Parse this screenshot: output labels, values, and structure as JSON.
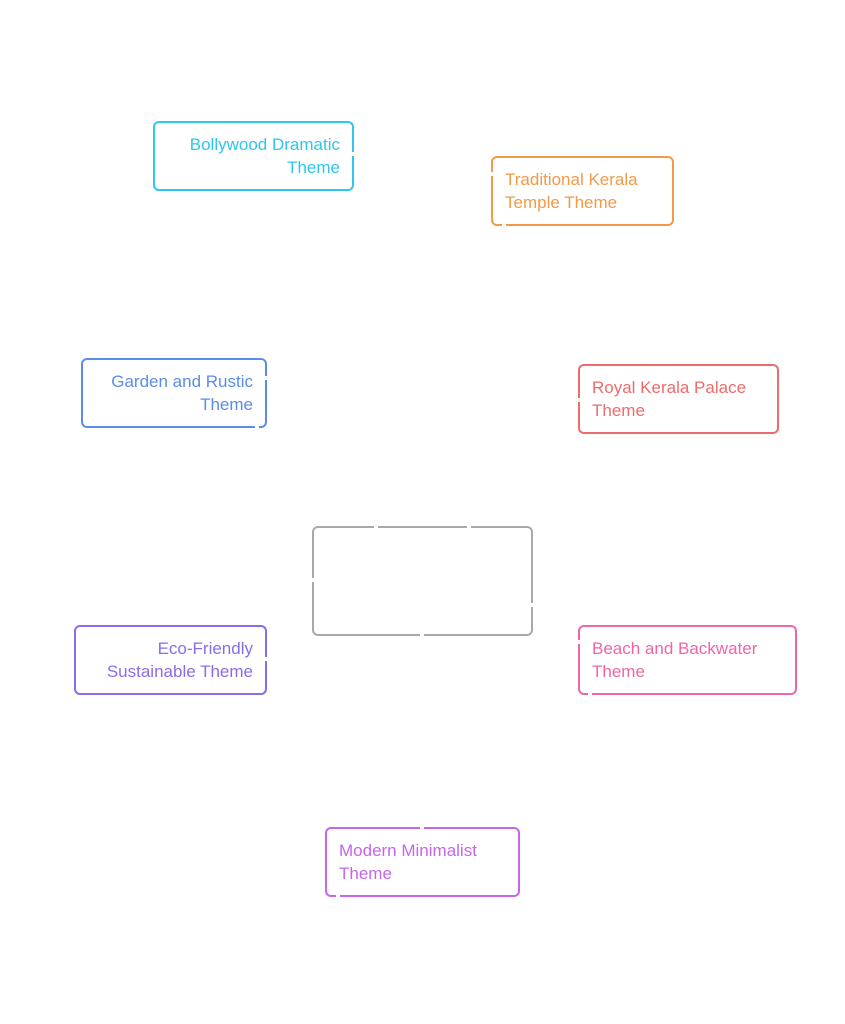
{
  "diagram": {
    "center": {
      "label": "",
      "color": "#a9a9a9"
    },
    "themes": [
      {
        "id": "bollywood",
        "line1": "Bollywood Dramatic",
        "line2": "Theme",
        "color": "#2ec5ef"
      },
      {
        "id": "kerala-temple",
        "line1": "Traditional Kerala",
        "line2": "Temple Theme",
        "color": "#f29a45"
      },
      {
        "id": "garden-rustic",
        "line1": "Garden and Rustic",
        "line2": "Theme",
        "color": "#5a8ee6"
      },
      {
        "id": "royal-palace",
        "line1": "Royal Kerala Palace",
        "line2": "Theme",
        "color": "#ee6b6b"
      },
      {
        "id": "eco-friendly",
        "line1": "Eco-Friendly",
        "line2": "Sustainable Theme",
        "color": "#8a6ce8"
      },
      {
        "id": "beach-backwater",
        "line1": "Beach and Backwater",
        "line2": "Theme",
        "color": "#ee66a6"
      },
      {
        "id": "modern-minimalist",
        "line1": "Modern Minimalist",
        "line2": "Theme",
        "color": "#c665ee"
      }
    ]
  }
}
